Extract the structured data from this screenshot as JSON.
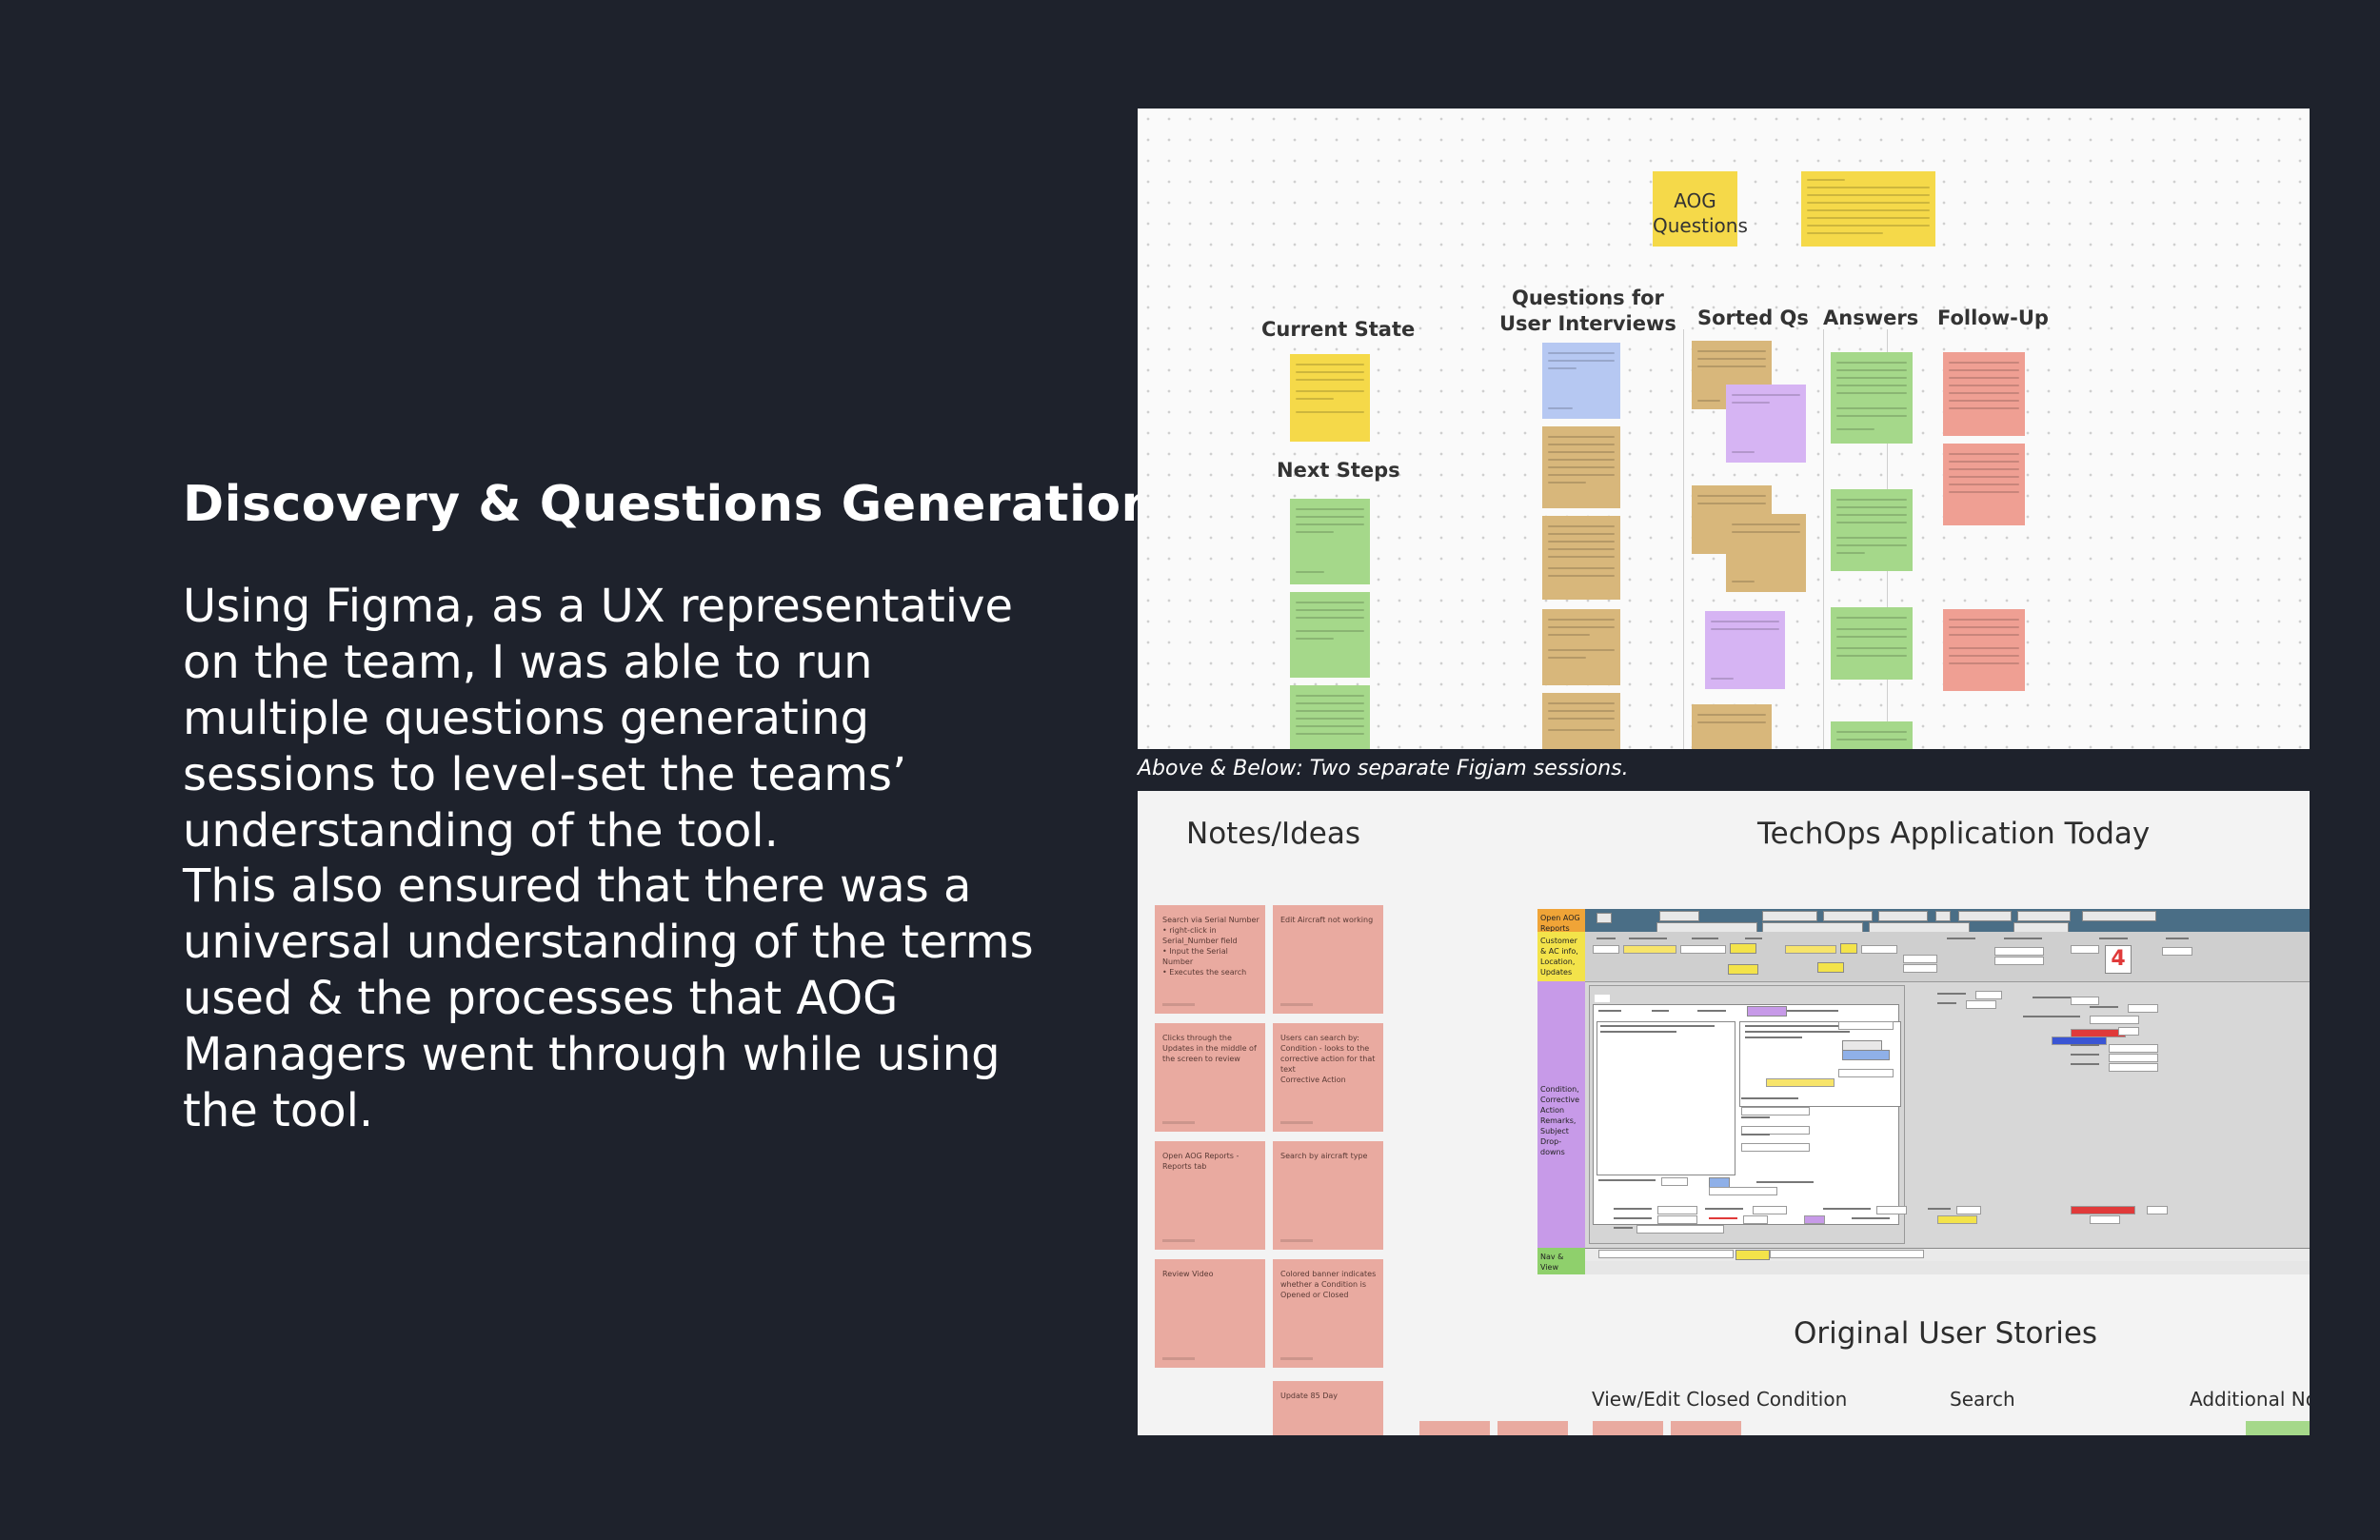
{
  "heading": "Discovery & Questions Generation",
  "paragraph1": "Using Figma, as a UX representative on the team, I was able to run multiple questions generating sessions to level-set the teams’ understanding of the tool.",
  "paragraph2": "This also ensured that there was a universal understanding of the terms used & the processes that AOG Managers went through while using the tool.",
  "caption": "Above & Below: Two separate Figjam sessions.",
  "figjam_top": {
    "title_line1": "AOG",
    "title_line2": "Questions",
    "columns": {
      "current_state": "Current State",
      "next_steps": "Next Steps",
      "questions_line1": "Questions for",
      "questions_line2": "User Interviews",
      "sorted": "Sorted Qs",
      "answers": "Answers",
      "followup": "Follow-Up"
    },
    "colors": {
      "yellow": "#f5d949",
      "blue": "#b6c8f2",
      "tan": "#d8b77b",
      "purple": "#d6b4f3",
      "green": "#a5d88a",
      "salmon": "#ef9f93"
    }
  },
  "figjam_bottom": {
    "notes_title": "Notes/Ideas",
    "app_title": "TechOps Application Today",
    "stories_title": "Original User Stories",
    "stories_columns": [
      "View/Edit Closed Condition",
      "Search",
      "Additional Not"
    ],
    "notes": [
      "Search via Serial Number\n• right-click in Serial_Number field\n• Input the Serial Number\n• Executes the search",
      "Edit Aircraft not working",
      "Clicks through the Updates in the middle of the screen to review",
      "Users can search by:\nCondition - looks to the corrective action for that text\nCorrective Action",
      "Open AOG Reports - Reports tab",
      "Search by aircraft type",
      "Review Video",
      "Colored banner indicates whether a Condition is Opened or Closed",
      "Update 85 Day"
    ],
    "app": {
      "sidebar": [
        "Open AOG Reports",
        "Customer & AC info, Location, Updates",
        "Condition, Corrective Action Remarks, Subject Drop-downs",
        "Nav & View"
      ],
      "counter": "4",
      "colors": {
        "titlebar": "#4a6e86",
        "orange": "#f0a437",
        "yellow": "#f3e34a",
        "purple": "#c79ae8",
        "green": "#8fd06c",
        "red": "#e03a3a",
        "blue": "#3a55d4"
      }
    }
  }
}
